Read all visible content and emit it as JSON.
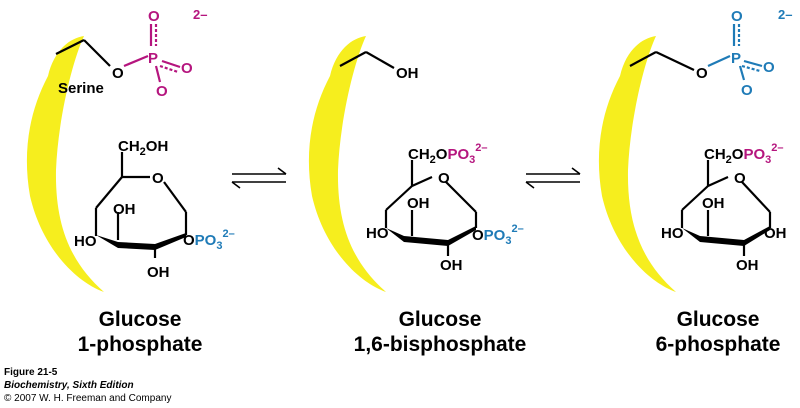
{
  "colors": {
    "enzyme": "#f6ee1e",
    "phosphate_magenta": "#b5157e",
    "phosphate_blue": "#1f7bb7",
    "bond": "#000000"
  },
  "atoms": {
    "O": "O",
    "P": "P",
    "OH": "OH",
    "HO": "HO",
    "charge": "2–",
    "CH2OH": "CH",
    "CH2OH_sub": "2",
    "CH2OH_tail": "OH",
    "CH2O_prefix": "CH",
    "CH2O_sub": "2",
    "CH2O_O": "O",
    "PO3": "PO",
    "PO3_sub": "3",
    "PO3_charge": "2–",
    "O_prefix": "O"
  },
  "panels": [
    {
      "enzyme_label": "Serine",
      "name_line1": "Glucose",
      "name_line2": "1-phosphate"
    },
    {
      "enzyme_label": "",
      "name_line1": "Glucose",
      "name_line2": "1,6-bisphosphate"
    },
    {
      "enzyme_label": "",
      "name_line1": "Glucose",
      "name_line2": "6-phosphate"
    }
  ],
  "caption": {
    "figure": "Figure 21-5",
    "book": "Biochemistry, Sixth Edition",
    "copyright": "© 2007 W. H. Freeman and Company"
  }
}
